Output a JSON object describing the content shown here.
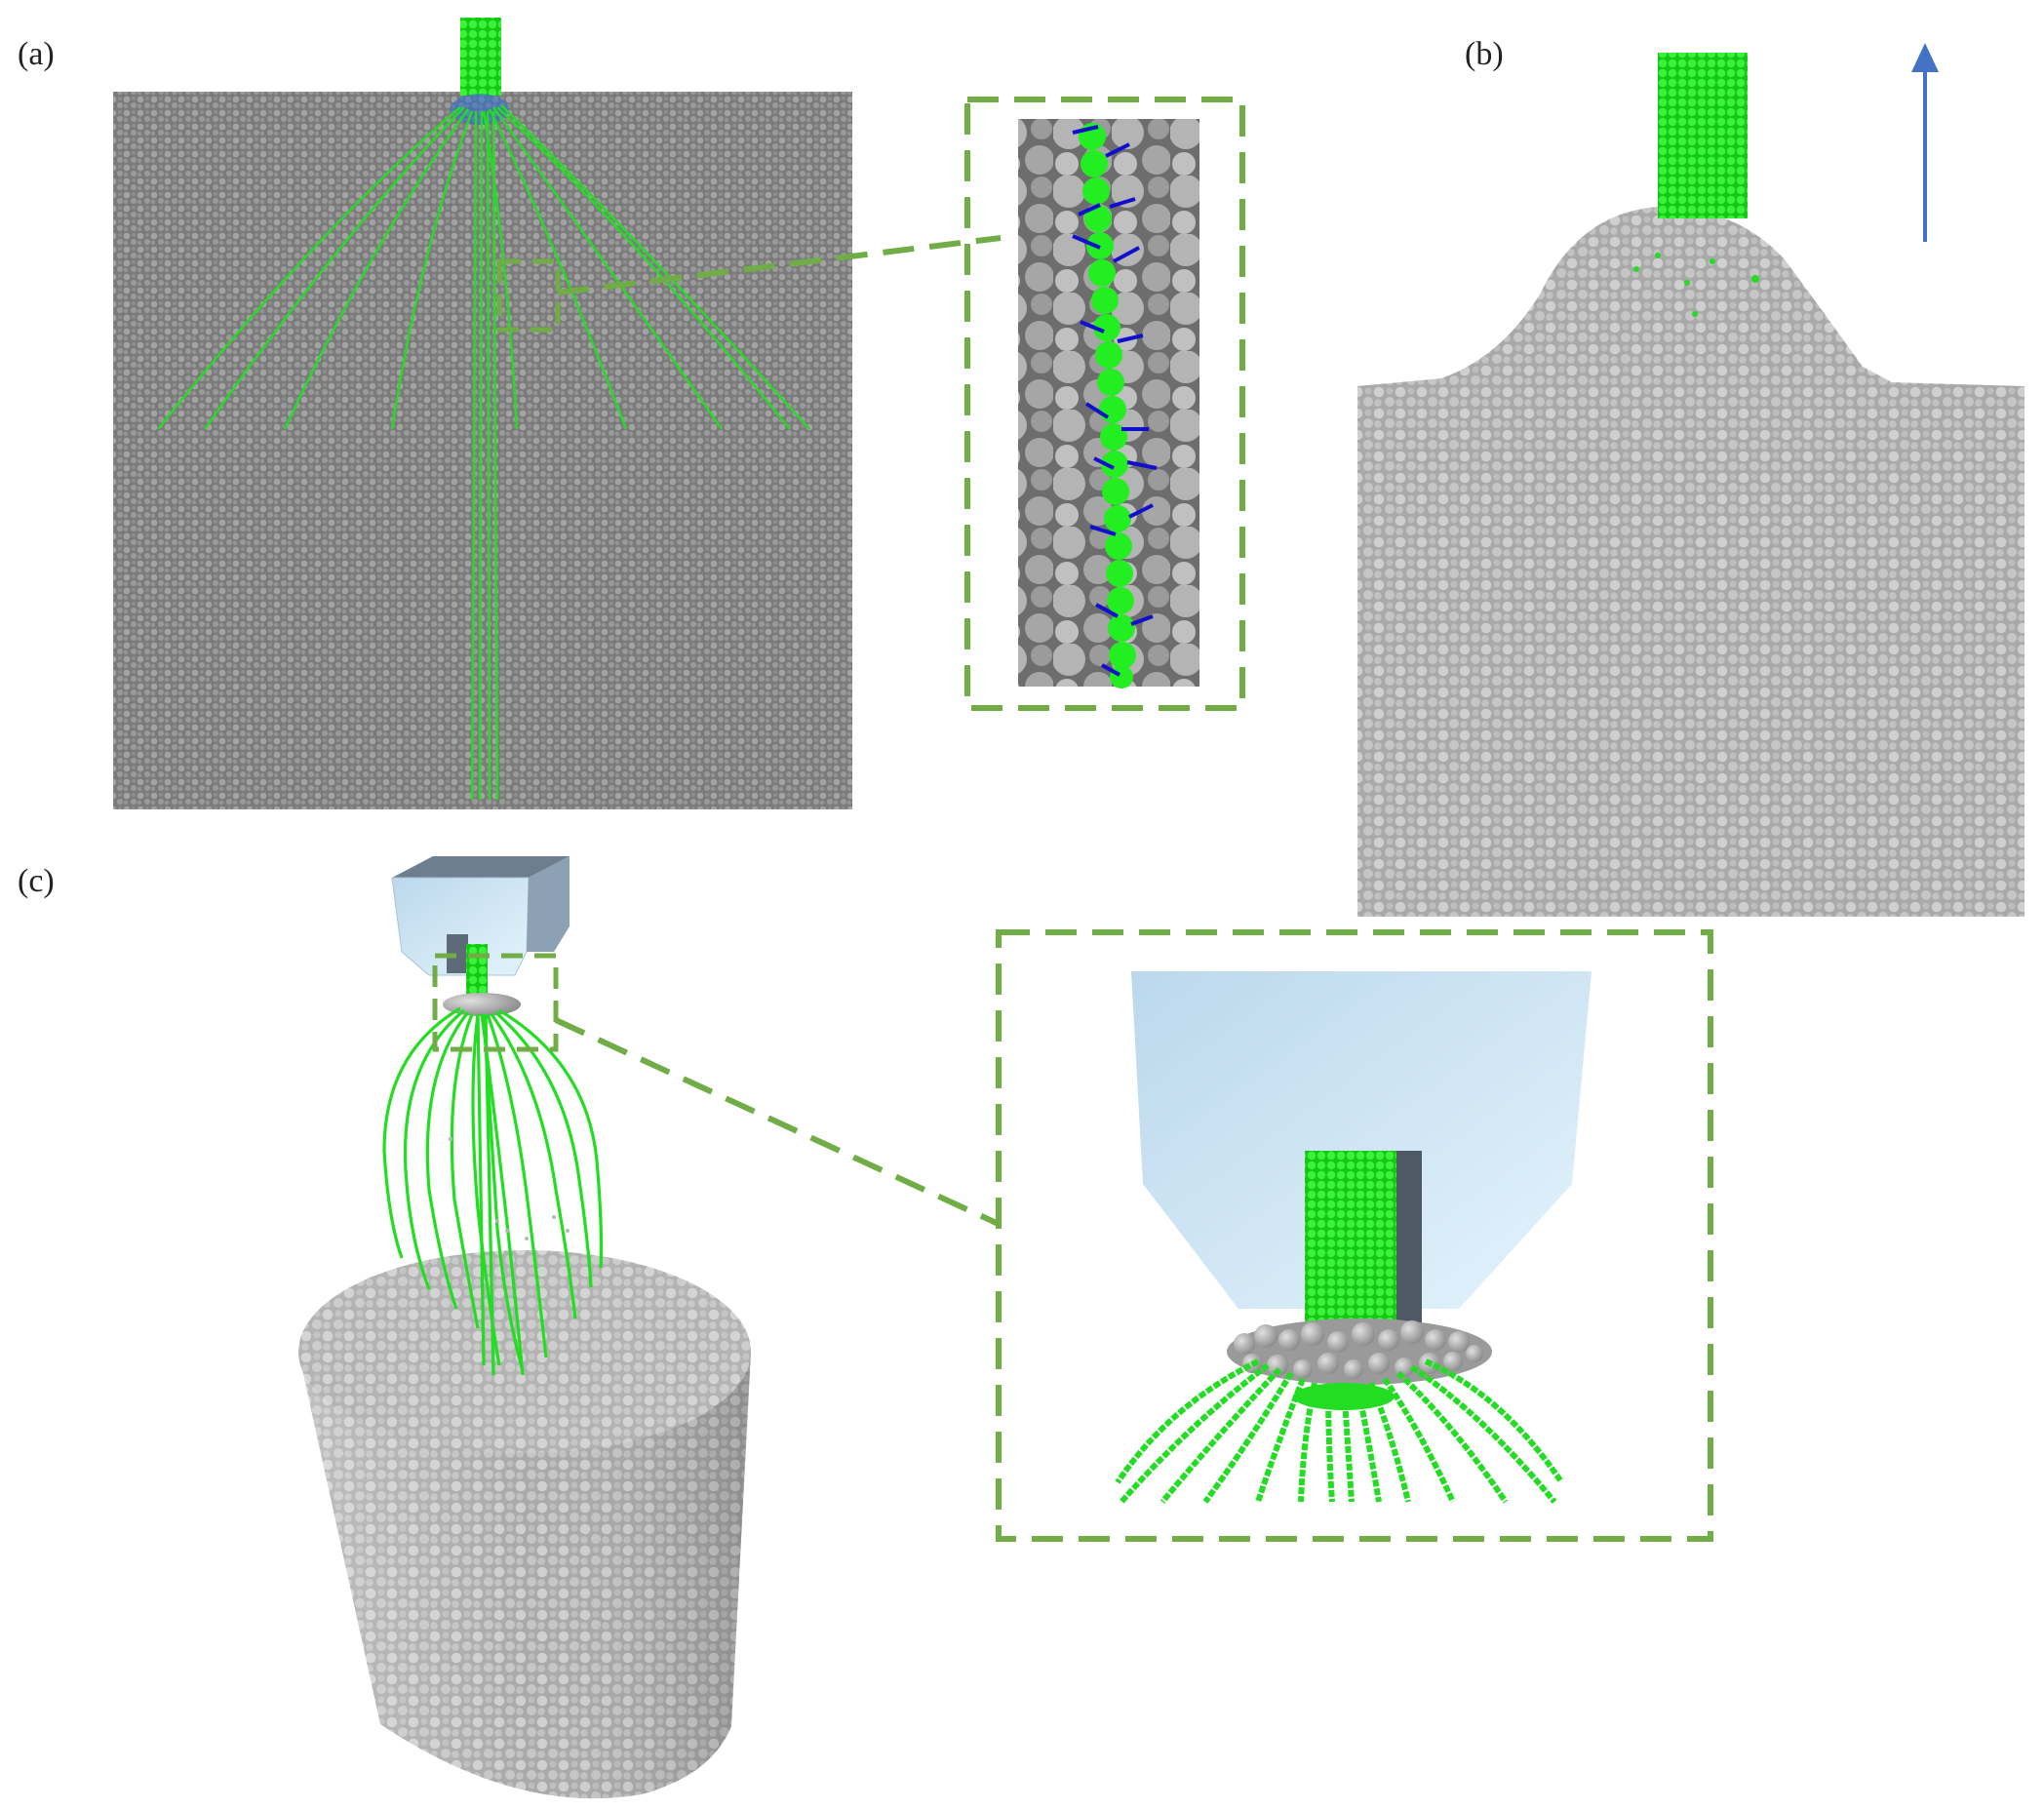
{
  "panels": {
    "a": {
      "label": "(a)"
    },
    "b": {
      "label": "(b)"
    },
    "c": {
      "label": "(c)"
    }
  },
  "colors": {
    "particle_bed": "#7f7f7f",
    "particle_light": "#c9c9ca",
    "root_green": "#22dd22",
    "contact_vector_blue": "#1010cc",
    "zoom_frame": "#70ad47",
    "arrow_blue": "#4472c4",
    "hopper_blue": "#cfe6f5"
  },
  "icons": {
    "pull_direction": "up-arrow-icon"
  }
}
